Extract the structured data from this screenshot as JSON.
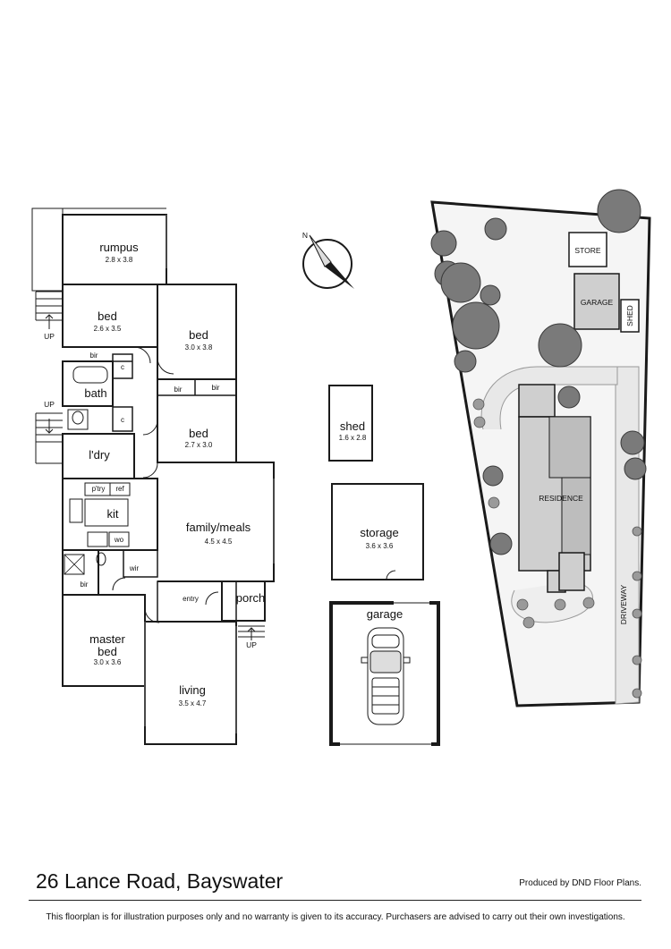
{
  "rooms": {
    "rumpus": {
      "name": "rumpus",
      "dims": "2.8 x 3.8"
    },
    "bed1": {
      "name": "bed",
      "dims": "2.6 x 3.5"
    },
    "bed2": {
      "name": "bed",
      "dims": "3.0 x 3.8"
    },
    "bed3": {
      "name": "bed",
      "dims": "2.7 x 3.0"
    },
    "bath": {
      "name": "bath"
    },
    "ldry": {
      "name": "l'dry"
    },
    "kit": {
      "name": "kit"
    },
    "family": {
      "name": "family/meals",
      "dims": "4.5 x 4.5"
    },
    "master": {
      "name": "master",
      "name2": "bed",
      "dims": "3.0 x 3.6"
    },
    "living": {
      "name": "living",
      "dims": "3.5 x 4.7"
    },
    "porch": {
      "name": "porch"
    },
    "entry": {
      "name": "entry"
    },
    "shed": {
      "name": "shed",
      "dims": "1.6 x 2.8"
    },
    "storage": {
      "name": "storage",
      "dims": "3.6 x 3.6"
    },
    "garage": {
      "name": "garage"
    }
  },
  "small_labels": {
    "bir": "bir",
    "c": "c",
    "ptry": "p'try",
    "ref": "ref",
    "wo": "wo",
    "wir": "wir",
    "up": "UP"
  },
  "site": {
    "store": "STORE",
    "garage": "GARAGE",
    "shed": "SHED",
    "residence": "RESIDENCE",
    "driveway": "DRIVEWAY"
  },
  "compass": {
    "north": "N"
  },
  "footer": {
    "address": "26 Lance Road, Bayswater",
    "produced": "Produced by DND Floor Plans.",
    "disclaimer": "This floorplan is for illustration purposes only and no warranty is given to its accuracy. Purchasers are advised to carry out their own investigations."
  },
  "colors": {
    "wall": "#1a1a1a",
    "tree": "#7a7a7a",
    "building": "#cfcfcf",
    "site_fill": "#f2f2f2"
  }
}
